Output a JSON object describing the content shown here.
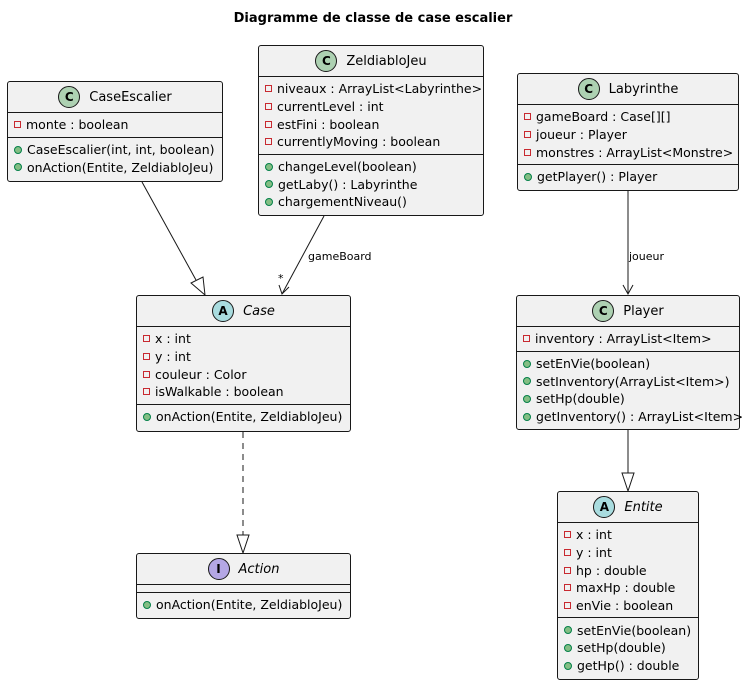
{
  "title": "Diagramme de classe de case escalier",
  "classes": {
    "caseescalier": {
      "kind": "C",
      "name": "CaseEscalier",
      "attributes": [
        {
          "text": "monte : boolean",
          "vis": "priv"
        }
      ],
      "methods": [
        {
          "text": "CaseEscalier(int, int, boolean)",
          "vis": "pub"
        },
        {
          "text": "onAction(Entite, ZeldiabloJeu)",
          "vis": "pub"
        }
      ]
    },
    "zeldiablojeu": {
      "kind": "C",
      "name": "ZeldiabloJeu",
      "attributes": [
        {
          "text": "niveaux : ArrayList<Labyrinthe>",
          "vis": "priv"
        },
        {
          "text": "currentLevel : int",
          "vis": "priv"
        },
        {
          "text": "estFini : boolean",
          "vis": "priv"
        },
        {
          "text": "currentlyMoving : boolean",
          "vis": "priv"
        }
      ],
      "methods": [
        {
          "text": "changeLevel(boolean)",
          "vis": "pub"
        },
        {
          "text": "getLaby() : Labyrinthe",
          "vis": "pub"
        },
        {
          "text": "chargementNiveau()",
          "vis": "pub"
        }
      ]
    },
    "labyrinthe": {
      "kind": "C",
      "name": "Labyrinthe",
      "attributes": [
        {
          "text": "gameBoard : Case[][]",
          "vis": "priv"
        },
        {
          "text": "joueur : Player",
          "vis": "priv"
        },
        {
          "text": "monstres : ArrayList<Monstre>",
          "vis": "priv"
        }
      ],
      "methods": [
        {
          "text": "getPlayer() : Player",
          "vis": "pub"
        }
      ]
    },
    "case": {
      "kind": "A",
      "name": "Case",
      "italic": true,
      "attributes": [
        {
          "text": "x : int",
          "vis": "priv"
        },
        {
          "text": "y : int",
          "vis": "priv"
        },
        {
          "text": "couleur : Color",
          "vis": "priv"
        },
        {
          "text": "isWalkable : boolean",
          "vis": "priv"
        }
      ],
      "methods": [
        {
          "text": "onAction(Entite, ZeldiabloJeu)",
          "vis": "pub"
        }
      ]
    },
    "player": {
      "kind": "C",
      "name": "Player",
      "attributes": [
        {
          "text": "inventory : ArrayList<Item>",
          "vis": "priv"
        }
      ],
      "methods": [
        {
          "text": "setEnVie(boolean)",
          "vis": "pub"
        },
        {
          "text": "setInventory(ArrayList<Item>)",
          "vis": "pub"
        },
        {
          "text": "setHp(double)",
          "vis": "pub"
        },
        {
          "text": "getInventory() : ArrayList<Item>",
          "vis": "pub"
        }
      ]
    },
    "action": {
      "kind": "I",
      "name": "Action",
      "italic": true,
      "attributes": [],
      "methods": [
        {
          "text": "onAction(Entite, ZeldiabloJeu)",
          "vis": "pub"
        }
      ]
    },
    "entite": {
      "kind": "A",
      "name": "Entite",
      "italic": true,
      "attributes": [
        {
          "text": "x : int",
          "vis": "priv"
        },
        {
          "text": "y : int",
          "vis": "priv"
        },
        {
          "text": "hp : double",
          "vis": "priv"
        },
        {
          "text": "maxHp : double",
          "vis": "priv"
        },
        {
          "text": "enVie : boolean",
          "vis": "priv"
        }
      ],
      "methods": [
        {
          "text": "setEnVie(boolean)",
          "vis": "pub"
        },
        {
          "text": "setHp(double)",
          "vis": "pub"
        },
        {
          "text": "getHp() : double",
          "vis": "pub"
        }
      ]
    }
  },
  "relations": [
    {
      "from": "caseescalier",
      "to": "case",
      "type": "inheritance"
    },
    {
      "from": "zeldiablojeu",
      "to": "case",
      "type": "association",
      "label": "gameBoard",
      "multiplicity": "*"
    },
    {
      "from": "labyrinthe",
      "to": "player",
      "type": "association",
      "label": "joueur"
    },
    {
      "from": "player",
      "to": "entite",
      "type": "inheritance"
    },
    {
      "from": "case",
      "to": "action",
      "type": "realization"
    }
  ],
  "colors": {
    "class_badge": "#add1b2",
    "abstract_badge": "#a9dcdf",
    "interface_badge": "#b4a7e5",
    "box_fill": "#f1f1f1",
    "border": "#181818",
    "private_marker": "#c82930",
    "public_marker": "#84be84"
  }
}
